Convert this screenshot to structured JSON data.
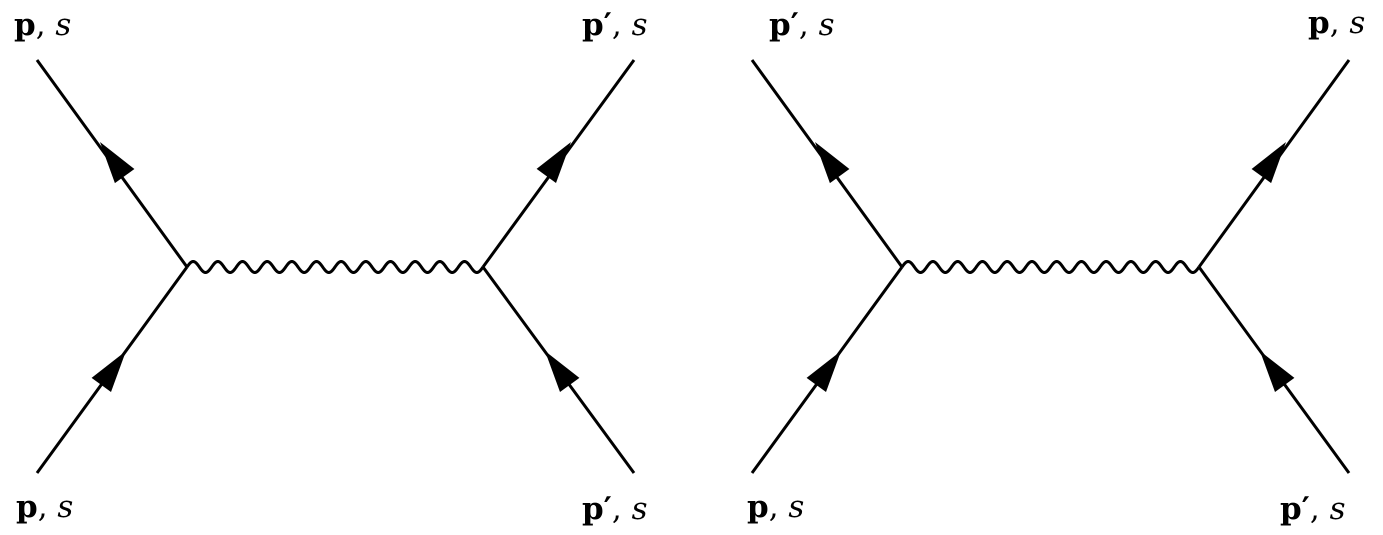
{
  "diagrams": [
    {
      "labels": {
        "top_left": {
          "momentum": "p",
          "sep": ",",
          "spin": "s"
        },
        "top_right": {
          "momentum": "p′",
          "sep": ",",
          "spin": "s"
        },
        "bottom_left": {
          "momentum": "p",
          "sep": ",",
          "spin": "s"
        },
        "bottom_right": {
          "momentum": "p′",
          "sep": ",",
          "spin": "s"
        }
      }
    },
    {
      "labels": {
        "top_left": {
          "momentum": "p′",
          "sep": ",",
          "spin": "s"
        },
        "top_right": {
          "momentum": "p",
          "sep": ",",
          "spin": "s"
        },
        "bottom_left": {
          "momentum": "p",
          "sep": ",",
          "spin": "s"
        },
        "bottom_right": {
          "momentum": "p′",
          "sep": ",",
          "spin": "s"
        }
      }
    }
  ],
  "colors": {
    "line": "#000000",
    "background": "#ffffff"
  }
}
